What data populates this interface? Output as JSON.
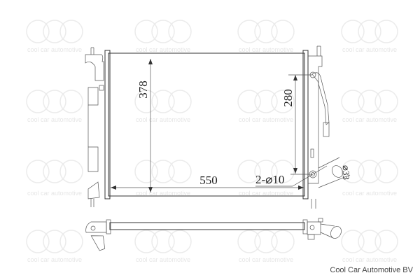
{
  "watermark": {
    "logo": "cca",
    "text": "cool car automotive"
  },
  "dimensions": {
    "height": "378",
    "width": "550",
    "inner_height": "280",
    "holes": "2-⌀10",
    "pipe_diameter": "⌀33"
  },
  "brand": "Cool Car Automotive BV"
}
